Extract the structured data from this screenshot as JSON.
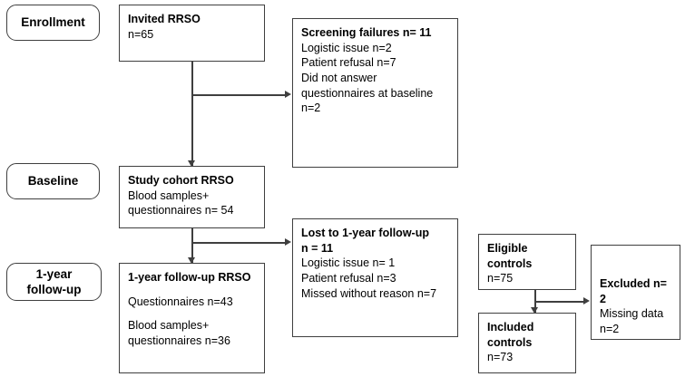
{
  "diagram": {
    "title": "CONSORT-style participant flow diagram",
    "stroke_color": "#3f3f3f",
    "background_color": "#ffffff"
  },
  "stages": [
    {
      "id": "enrollment",
      "label": "Enrollment"
    },
    {
      "id": "baseline",
      "label": "Baseline"
    },
    {
      "id": "followup",
      "label": "1-year\nfollow-up"
    }
  ],
  "stage_labels": {
    "enrollment": "Enrollment",
    "baseline": "Baseline",
    "followup_line1": "1-year",
    "followup_line2": "follow-up"
  },
  "boxes": {
    "invited": {
      "title": "Invited RRSO",
      "line1": "n=65"
    },
    "screening_failures": {
      "title": "Screening failures n= 11",
      "line1": "Logistic issue n=2",
      "line2": "Patient refusal n=7",
      "line3": "Did not answer",
      "line4": "questionnaires at baseline",
      "line5": "n=2"
    },
    "study_cohort": {
      "title": "Study cohort RRSO",
      "line1": "Blood samples+",
      "line2": "questionnaires n= 54"
    },
    "lost_followup": {
      "title": "Lost to 1-year follow-up",
      "title2": "n = 11",
      "line1": "Logistic issue n= 1",
      "line2": "Patient refusal n=3",
      "line3": "Missed without reason n=7"
    },
    "followup_rrso": {
      "title": "1-year follow-up RRSO",
      "line1": "Questionnaires n=43",
      "line2": "Blood samples+",
      "line3": "questionnaires n=36"
    },
    "eligible_controls": {
      "title": "Eligible",
      "title2": "controls",
      "line1": "n=75"
    },
    "included_controls": {
      "title": "Included",
      "title2": "controls",
      "line1": "n=73"
    },
    "excluded_controls": {
      "title": "Excluded n= 2",
      "line1": "Missing data",
      "line2": "n=2"
    }
  },
  "chart_data": {
    "type": "diagram",
    "title": "Participant flow diagram",
    "nodes": [
      {
        "id": "invited",
        "label": "Invited RRSO",
        "n": 65
      },
      {
        "id": "screening_failures",
        "label": "Screening failures",
        "n": 11,
        "breakdown": [
          {
            "reason": "Logistic issue",
            "n": 2
          },
          {
            "reason": "Patient refusal",
            "n": 7
          },
          {
            "reason": "Did not answer questionnaires at baseline",
            "n": 2
          }
        ]
      },
      {
        "id": "study_cohort",
        "label": "Study cohort RRSO",
        "n": 54
      },
      {
        "id": "lost_followup",
        "label": "Lost to 1-year follow-up",
        "n": 11,
        "breakdown": [
          {
            "reason": "Logistic issue",
            "n": 1
          },
          {
            "reason": "Patient refusal",
            "n": 3
          },
          {
            "reason": "Missed without reason",
            "n": 7
          }
        ]
      },
      {
        "id": "followup_rrso",
        "label": "1-year follow-up RRSO",
        "questionnaires_n": 43,
        "blood_and_questionnaires_n": 36
      },
      {
        "id": "eligible_controls",
        "label": "Eligible controls",
        "n": 75
      },
      {
        "id": "excluded_controls",
        "label": "Excluded",
        "n": 2,
        "breakdown": [
          {
            "reason": "Missing data",
            "n": 2
          }
        ]
      },
      {
        "id": "included_controls",
        "label": "Included controls",
        "n": 73
      }
    ],
    "edges": [
      {
        "from": "invited",
        "to": "screening_failures"
      },
      {
        "from": "invited",
        "to": "study_cohort"
      },
      {
        "from": "study_cohort",
        "to": "lost_followup"
      },
      {
        "from": "study_cohort",
        "to": "followup_rrso"
      },
      {
        "from": "eligible_controls",
        "to": "excluded_controls"
      },
      {
        "from": "eligible_controls",
        "to": "included_controls"
      }
    ]
  }
}
